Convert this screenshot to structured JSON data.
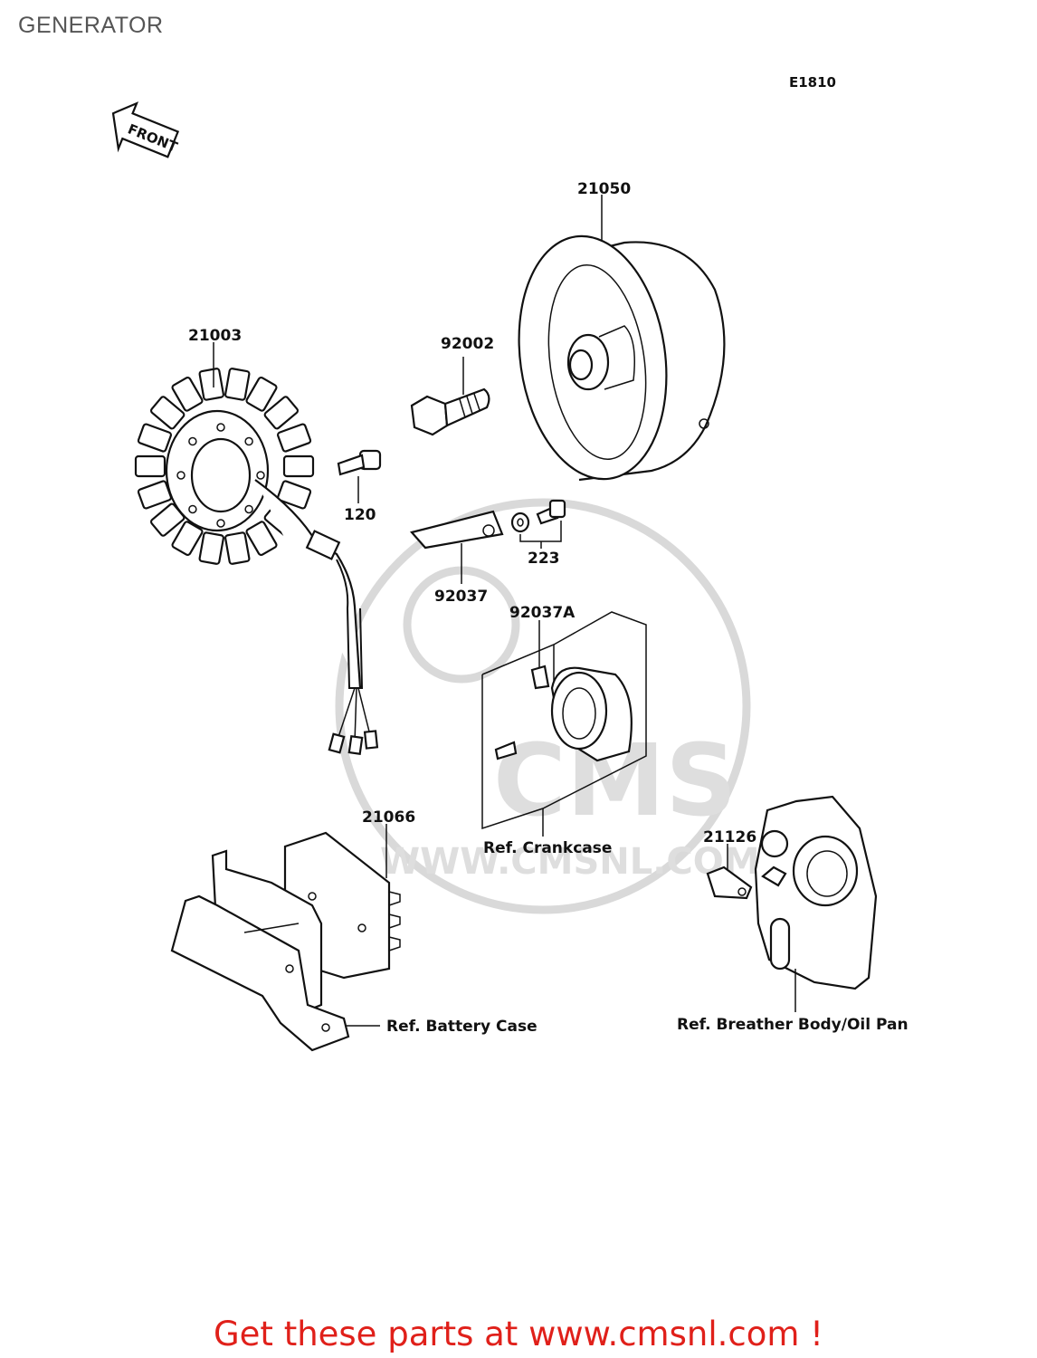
{
  "page": {
    "title": "GENERATOR",
    "diagram_code": "E1810",
    "front_label": "FRONT"
  },
  "parts": [
    {
      "id": "p21050",
      "label": "21050"
    },
    {
      "id": "p21003",
      "label": "21003"
    },
    {
      "id": "p92002",
      "label": "92002"
    },
    {
      "id": "p120",
      "label": "120"
    },
    {
      "id": "p223",
      "label": "223"
    },
    {
      "id": "p92037",
      "label": "92037"
    },
    {
      "id": "p92037A",
      "label": "92037A"
    },
    {
      "id": "p21066",
      "label": "21066"
    },
    {
      "id": "p21126",
      "label": "21126"
    }
  ],
  "references": {
    "crankcase": "Ref. Crankcase",
    "battery_case": "Ref. Battery Case",
    "breather": "Ref. Breather Body/Oil Pan"
  },
  "watermark": {
    "brand": "CMS",
    "url": "WWW.CMSNL.COM"
  },
  "footer": {
    "text": "Get these parts at www.cmsnl.com !"
  },
  "colors": {
    "footer_link": "#e0201a",
    "title": "#555555",
    "watermark": "#dedede"
  }
}
